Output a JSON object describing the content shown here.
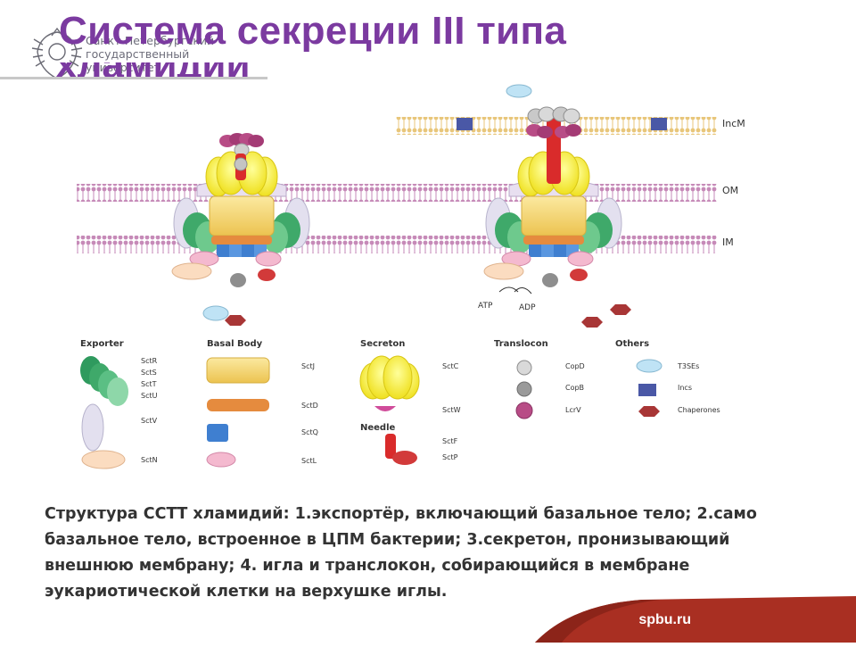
{
  "header": {
    "title": "Система секреции III типа",
    "title_line2": "хламидий",
    "logo_lines": [
      "Санкт-Петербургский",
      "государственный",
      "университет"
    ]
  },
  "figure": {
    "membrane_labels": {
      "incm": "IncM",
      "om": "OM",
      "im": "IM"
    },
    "energy_labels": {
      "atp": "ATP",
      "adp": "ADP"
    },
    "legend": {
      "exporter": {
        "heading": "Exporter",
        "items": {
          "sctr": "SctR",
          "scts": "SctS",
          "sctt": "SctT",
          "sctu": "SctU",
          "sctv": "SctV",
          "sctn": "SctN"
        }
      },
      "basal_body": {
        "heading": "Basal Body",
        "items": {
          "sctj": "SctJ",
          "sctd": "SctD",
          "sctq": "SctQ",
          "sctl": "SctL"
        }
      },
      "secreton": {
        "heading": "Secreton",
        "items": {
          "sctc": "SctC",
          "sctw": "SctW"
        }
      },
      "needle": {
        "heading": "Needle",
        "items": {
          "sctf": "SctF",
          "sctp": "SctP"
        }
      },
      "translocon": {
        "heading": "Translocon",
        "items": {
          "copd": "CopD",
          "copb": "CopB",
          "lcrv": "LcrV"
        }
      },
      "others": {
        "heading": "Others",
        "items": {
          "t3ses": "T3SEs",
          "incs": "Incs",
          "chaperones": "Chaperones"
        }
      }
    }
  },
  "caption": "Структура ССТТ хламидий: 1.экспортёр, включающий базальное тело; 2.само базальное тело, встроенное в ЦПМ бактерии; 3.секретон, пронизывающий внешнюю мембрану; 4. игла и транслокон, собирающийся в мембране эукариотической клетки на верхушке иглы.",
  "footer": {
    "url": "spbu.ru"
  },
  "colors": {
    "title": "#7b3aa0",
    "membrane": "#c68ab8",
    "incm_membrane": "#e8c67a",
    "footer": "#a92f22",
    "secretin": "#f4e72c",
    "basal": "#f3d66c",
    "exporter_green": "#2f9a5e",
    "sctq_blue": "#3f7fd0",
    "needle_red": "#d92b2b",
    "lcrv": "#b84c86",
    "incs": "#4a58a6",
    "chaperone": "#a83636"
  }
}
